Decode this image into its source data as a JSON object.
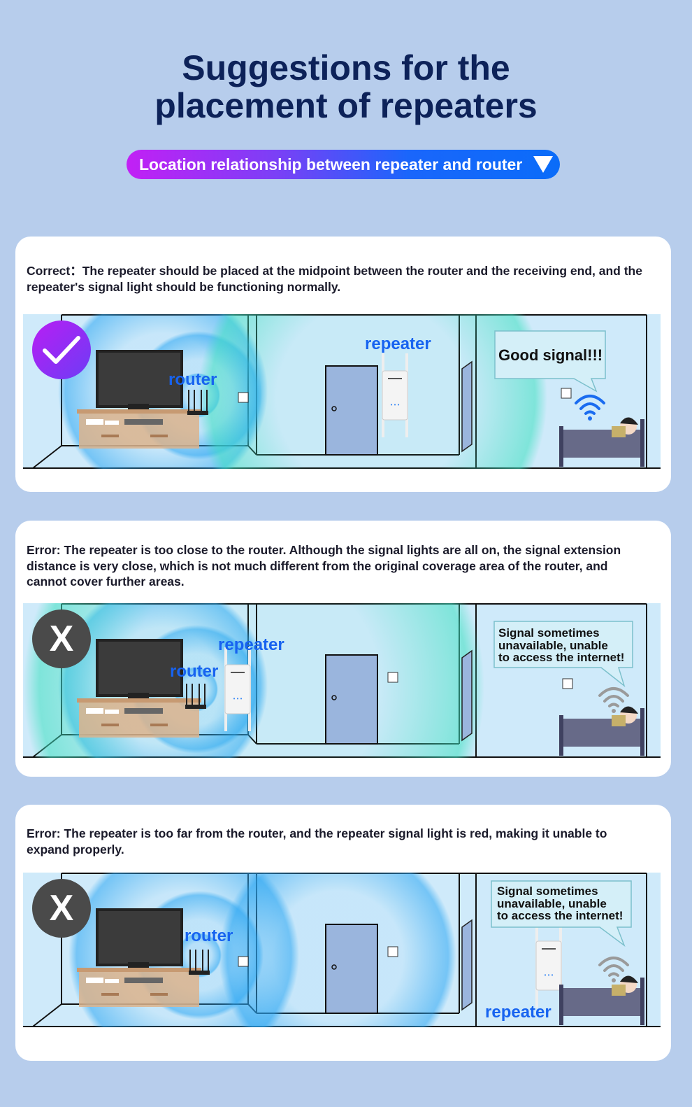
{
  "header": {
    "title_line1": "Suggestions for the",
    "title_line2": "placement of repeaters",
    "banner": "Location relationship between repeater and router"
  },
  "colors": {
    "background": "#b7cdec",
    "title": "#0d2259",
    "label": "#1763f0",
    "ok_badge": "#a72af4",
    "error_badge": "#4a4a4a"
  },
  "panels": [
    {
      "status": "correct",
      "badge_icon": "checkmark-icon",
      "description": "Correct：The repeater should be placed at the midpoint between the router and the receiving end, and the repeater's signal light should be functioning normally.",
      "router_label": "router",
      "repeater_label": "repeater",
      "bubble": "Good signal!!!"
    },
    {
      "status": "error",
      "badge_icon": "x-icon",
      "badge_text": "X",
      "description": "Error: The repeater is too close to the router. Although the signal lights are all on, the signal extension distance is very close, which is not much different from the original coverage area of the router, and cannot cover further areas.",
      "router_label": "router",
      "repeater_label": "repeater",
      "bubble": "Signal sometimes\nunavailable, unable\nto access the internet!"
    },
    {
      "status": "error",
      "badge_icon": "x-icon",
      "badge_text": "X",
      "description": "Error: The repeater is too far from the router, and the repeater signal light is red, making it unable to expand properly.",
      "router_label": "router",
      "repeater_label": "repeater",
      "bubble": "Signal sometimes\nunavailable, unable\nto access the internet!"
    }
  ]
}
